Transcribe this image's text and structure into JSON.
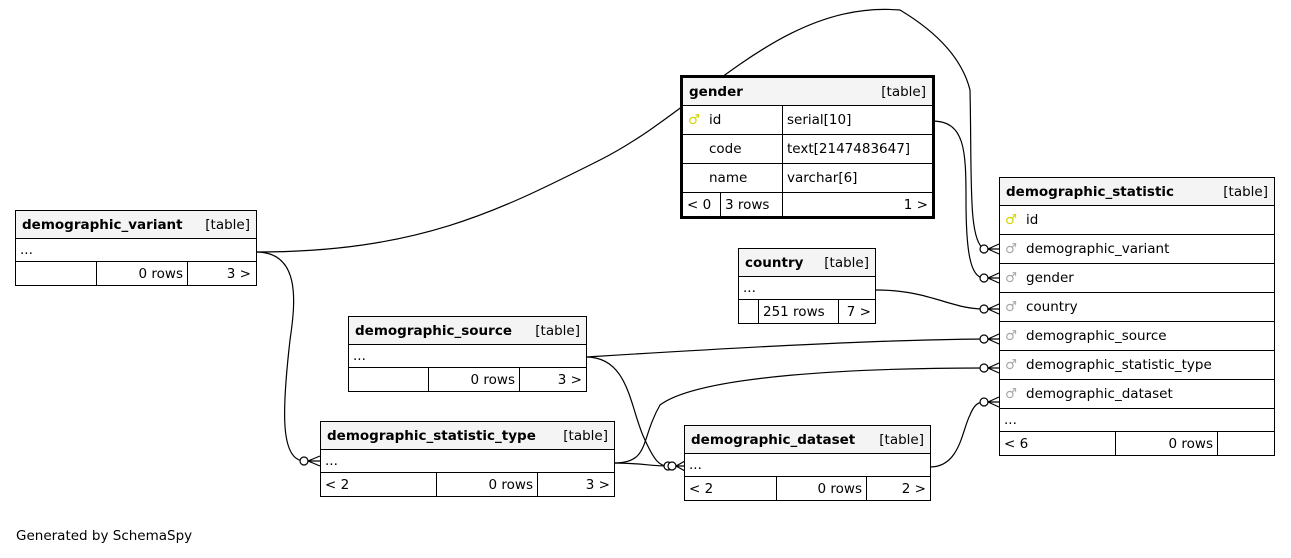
{
  "footer": "Generated by SchemaSpy",
  "tables": {
    "demographic_variant": {
      "name": "demographic_variant",
      "kind": "[table]",
      "ellipsis": "...",
      "rows": "0 rows",
      "children": "3 >"
    },
    "gender": {
      "name": "gender",
      "kind": "[table]",
      "columns": [
        {
          "name": "id",
          "type": "serial[10]",
          "icon": "primary-key"
        },
        {
          "name": "code",
          "type": "text[2147483647]"
        },
        {
          "name": "name",
          "type": "varchar[6]"
        }
      ],
      "parents": "< 0",
      "rows": "3 rows",
      "children": "1 >"
    },
    "country": {
      "name": "country",
      "kind": "[table]",
      "ellipsis": "...",
      "rows": "251 rows",
      "children": "7 >"
    },
    "demographic_source": {
      "name": "demographic_source",
      "kind": "[table]",
      "ellipsis": "...",
      "rows": "0 rows",
      "children": "3 >"
    },
    "demographic_statistic_type": {
      "name": "demographic_statistic_type",
      "kind": "[table]",
      "ellipsis": "...",
      "parents": "< 2",
      "rows": "0 rows",
      "children": "3 >"
    },
    "demographic_dataset": {
      "name": "demographic_dataset",
      "kind": "[table]",
      "ellipsis": "...",
      "parents": "< 2",
      "rows": "0 rows",
      "children": "2 >"
    },
    "demographic_statistic": {
      "name": "demographic_statistic",
      "kind": "[table]",
      "columns": [
        {
          "name": "id",
          "icon": "primary-key"
        },
        {
          "name": "demographic_variant",
          "icon": "foreign-key"
        },
        {
          "name": "gender",
          "icon": "foreign-key"
        },
        {
          "name": "country",
          "icon": "foreign-key"
        },
        {
          "name": "demographic_source",
          "icon": "foreign-key"
        },
        {
          "name": "demographic_statistic_type",
          "icon": "foreign-key"
        },
        {
          "name": "demographic_dataset",
          "icon": "foreign-key"
        }
      ],
      "ellipsis": "...",
      "parents": "< 6",
      "rows": "0 rows",
      "children": ""
    }
  },
  "colors": {
    "primary_key": "#d4d400",
    "foreign_key": "#a8a8a8",
    "header_bg": "#f4f4f4",
    "line": "#000000"
  }
}
